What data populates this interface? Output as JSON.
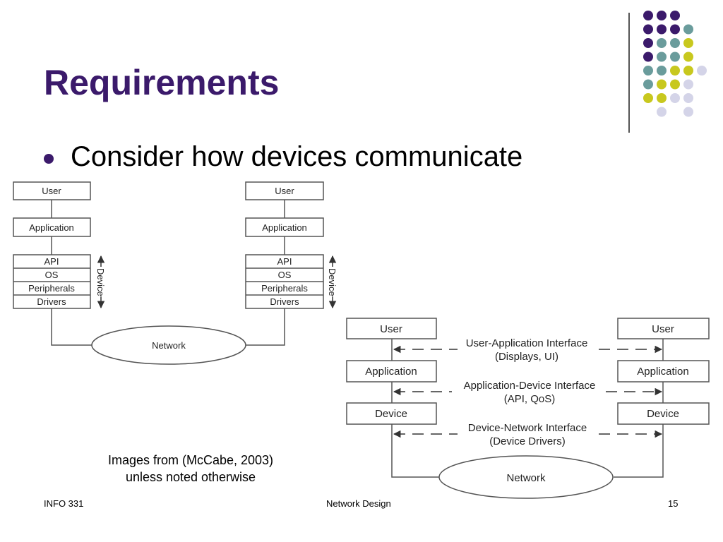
{
  "slide": {
    "title": "Requirements",
    "bullet": "Consider how devices communicate",
    "credit_line1": "Images from (McCabe, 2003)",
    "credit_line2": "unless noted otherwise"
  },
  "footer": {
    "left": "INFO 331",
    "center": "Network Design",
    "right": "15"
  },
  "colors": {
    "title": "#3b1a6b",
    "purple": "#3b1a6b",
    "teal": "#6a9c9c",
    "yellow": "#c8c81e",
    "lavender": "#d4d4e8"
  },
  "diagram1": {
    "user": "User",
    "application": "Application",
    "stack": [
      "API",
      "OS",
      "Peripherals",
      "Drivers"
    ],
    "device_label": "Device",
    "network": "Network"
  },
  "diagram2": {
    "user": "User",
    "application": "Application",
    "device": "Device",
    "network": "Network",
    "interfaces": [
      {
        "line1": "User-Application Interface",
        "line2": "(Displays, UI)"
      },
      {
        "line1": "Application-Device Interface",
        "line2": "(API, QoS)"
      },
      {
        "line1": "Device-Network Interface",
        "line2": "(Device Drivers)"
      }
    ]
  }
}
